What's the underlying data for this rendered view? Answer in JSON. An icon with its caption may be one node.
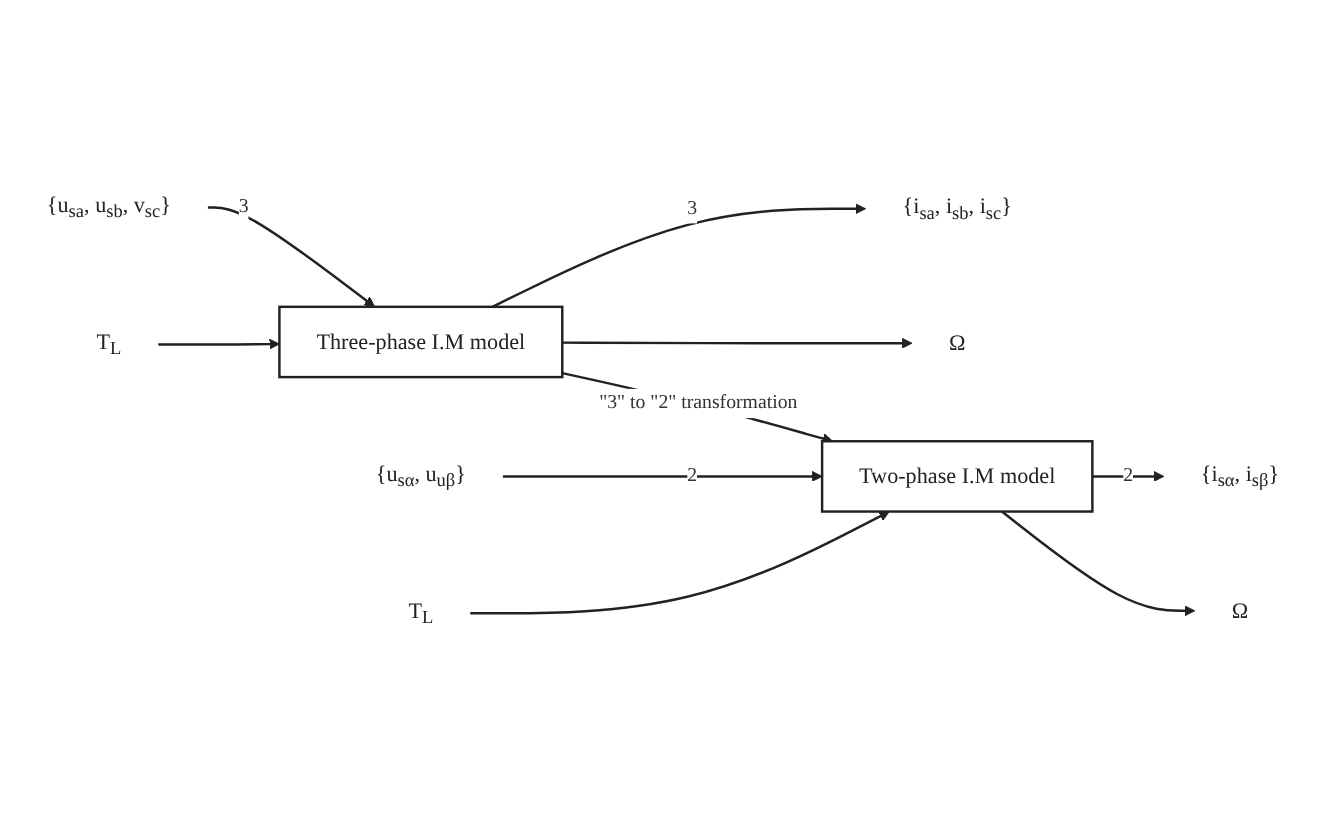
{
  "diagram": {
    "nodes": [
      {
        "text": [
          "Three-phase I.M model"
        ]
      },
      {
        "text": [
          "Two-phase I.M model"
        ]
      },
      {
        "text": [
          "{u$_{sa}$, u$_{sb}$, v$_{sc}$}"
        ]
      },
      {
        "text": [
          "T$_{L}$"
        ]
      },
      {
        "text": [
          "{i$_{sa}$, i$_{sb}$, i$_{sc}$}"
        ]
      },
      {
        "text": [
          "Ω"
        ]
      },
      {
        "text": [
          "{u$_{sα}$, u$_{uβ}$}"
        ]
      },
      {
        "text": [
          "T$_{L}$"
        ]
      },
      {
        "text": [
          "{i$_{sα}$, i$_{sβ}$}"
        ]
      },
      {
        "text": [
          "Ω"
        ]
      }
    ],
    "edges": [
      {
        "from": 2,
        "to": 0,
        "arrow": "to",
        "label": "3"
      },
      {
        "from": 3,
        "to": 0,
        "arrow": "to"
      },
      {
        "from": 0,
        "to": 4,
        "arrow": "to",
        "label": "3"
      },
      {
        "from": 0,
        "to": 5,
        "arrow": "to"
      },
      {
        "from": 0,
        "to": 1,
        "arrow": "to",
        "label": "\"3\" to \"2\" transformation"
      },
      {
        "from": 6,
        "to": 1,
        "arrow": "to",
        "label": "2"
      },
      {
        "from": 7,
        "to": 1,
        "arrow": "to"
      },
      {
        "from": 1,
        "to": 8,
        "arrow": "to",
        "label": "2"
      },
      {
        "from": 1,
        "to": 9,
        "arrow": "to"
      }
    ]
  }
}
